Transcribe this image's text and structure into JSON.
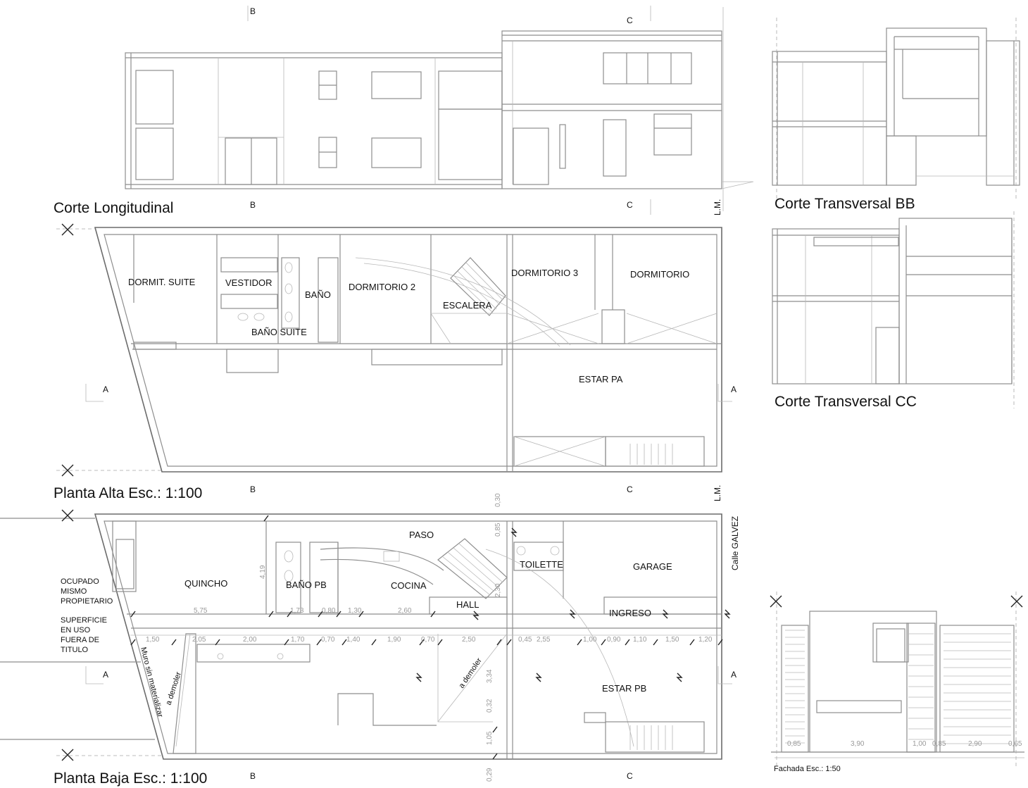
{
  "titles": {
    "corte_longitudinal": "Corte Longitudinal",
    "corte_bb": "Corte Transversal BB",
    "corte_cc": "Corte Transversal CC",
    "planta_alta": "Planta Alta Esc.: 1:100",
    "planta_baja": "Planta Baja Esc.: 1:100",
    "fachada": "Fachada Esc.: 1:50"
  },
  "section_marks": {
    "a": "A",
    "b": "B",
    "c": "C",
    "lm": "L.M."
  },
  "street": "Calle GALVEZ",
  "planta_alta_rooms": {
    "dormit_suite": "DORMIT. SUITE",
    "vestidor": "VESTIDOR",
    "bano": "BAÑO",
    "dormitorio_2": "DORMITORIO 2",
    "escalera": "ESCALERA",
    "dormitorio_3": "DORMITORIO 3",
    "dormitorio": "DORMITORIO",
    "bano_suite": "BAÑO SUITE",
    "estar_pa": "ESTAR PA"
  },
  "planta_baja_rooms": {
    "paso": "PASO",
    "quincho": "QUINCHO",
    "bano_pb": "BAÑO PB",
    "cocina": "COCINA",
    "toilette": "TOILETTE",
    "garage": "GARAGE",
    "hall": "HALL",
    "ingreso": "INGRESO",
    "estar_pb": "ESTAR PB"
  },
  "notes": {
    "ocupado": [
      "OCUPADO",
      "MISMO",
      "PROPIETARIO"
    ],
    "superficie": [
      "SUPERFICIE",
      "EN USO",
      "FUERA DE",
      "TITULO"
    ],
    "muro": "Muro sin materializar",
    "a_demoler": "a demoler"
  },
  "dimensions": {
    "upper_row": [
      "5,75",
      "4,19",
      "1,73",
      "0,80",
      "1,30",
      "2,60"
    ],
    "lower_row": [
      "1,50",
      "2,05",
      "2,00",
      "1,70",
      "0,70",
      "1,40",
      "1,90",
      "0,70",
      "2,50",
      "0,45",
      "2,55",
      "1,00",
      "0,90",
      "1,10",
      "1,50",
      "1,20"
    ],
    "vertical": [
      "0,30",
      "0,85",
      "2,30",
      "3,34",
      "0,32",
      "1,05",
      "0,29"
    ],
    "fachada": [
      "0,85",
      "3,90",
      "1,00",
      "0,85",
      "2,90",
      "0,65"
    ]
  }
}
